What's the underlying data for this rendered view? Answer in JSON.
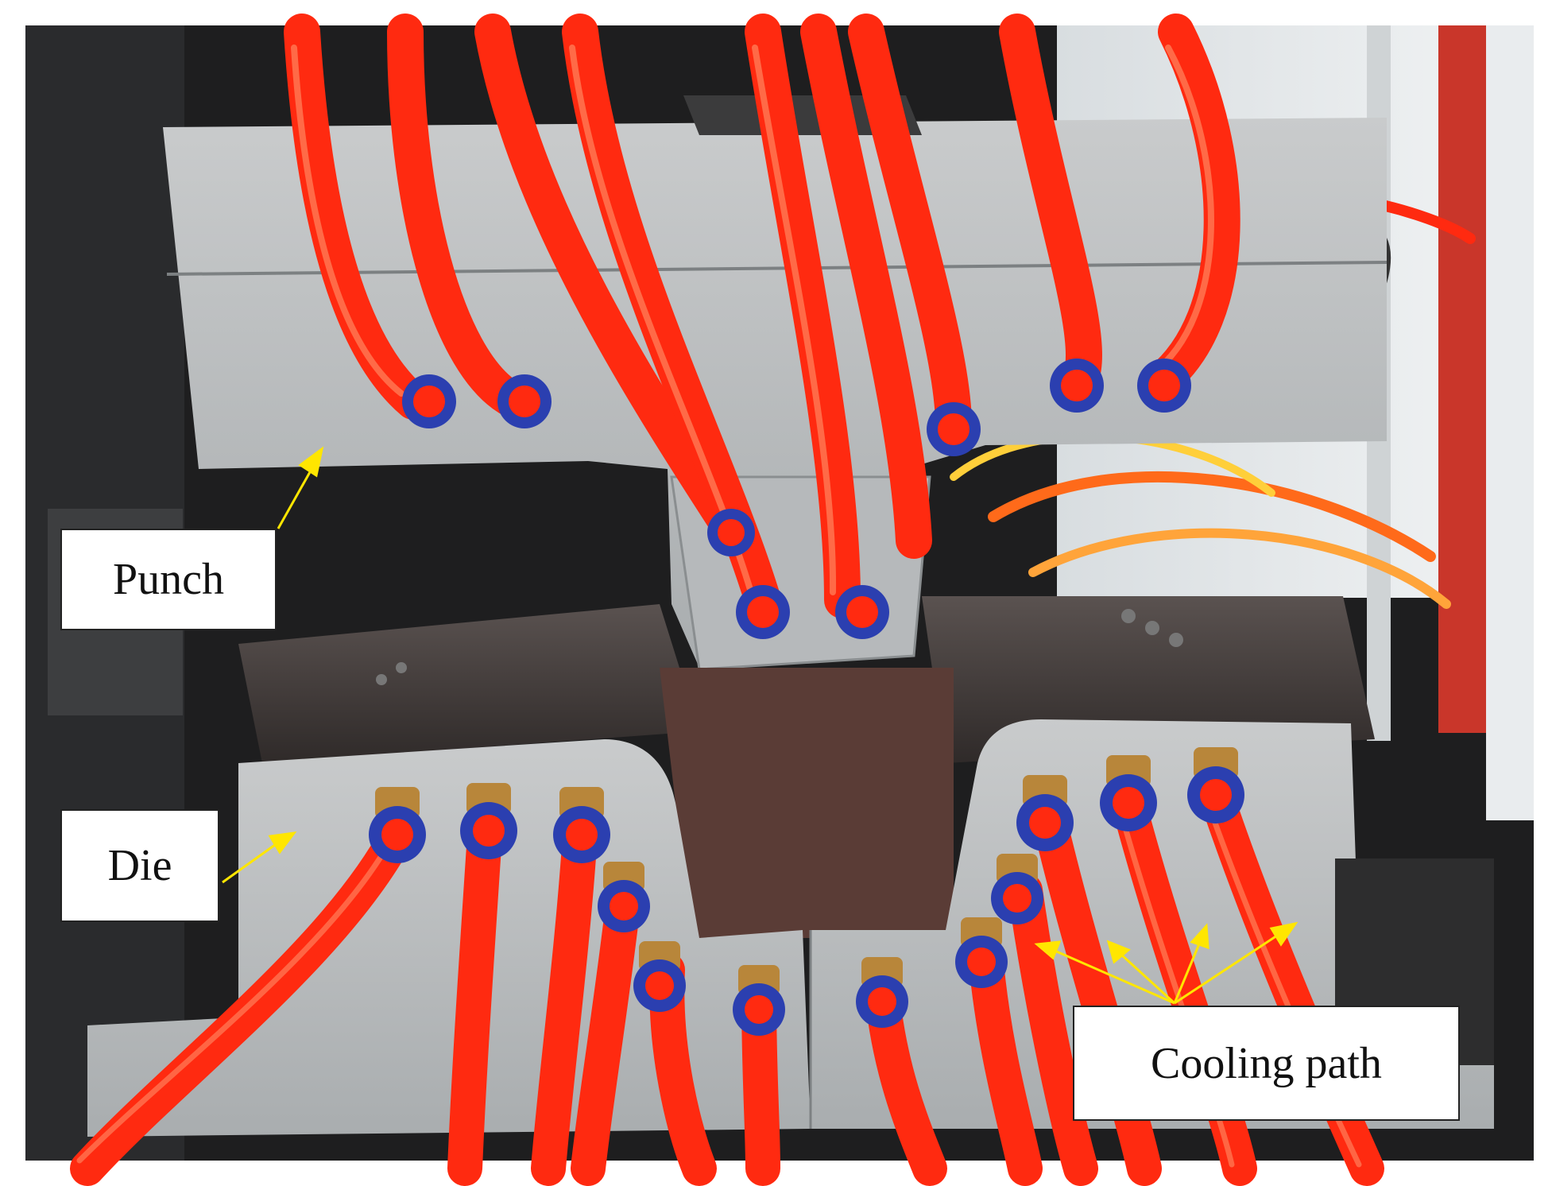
{
  "annotations": {
    "punch": "Punch",
    "die": "Die",
    "cooling_path": "Cooling path"
  },
  "colors": {
    "hose": "#ff2a10",
    "hose_highlight": "#ff7a55",
    "fitting_ring": "#2b3fb0",
    "fitting_brass": "#b8863a",
    "steel": "#b9bcbd",
    "steel_dark": "#8f9395",
    "die_shadow": "#3a3433",
    "background": "#1e1e1f",
    "arrow": "#ffe600"
  }
}
